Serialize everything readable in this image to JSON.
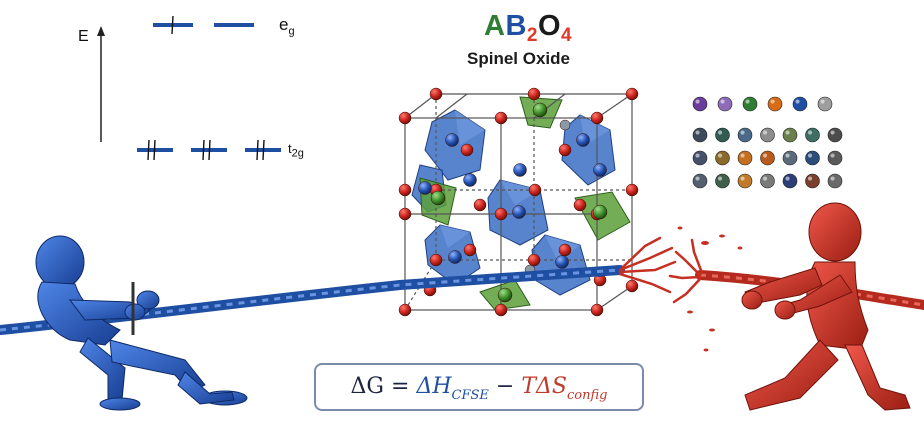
{
  "title": {
    "a": "A",
    "b": "B",
    "two": "2",
    "o": "O",
    "four": "4",
    "subtitle": "Spinel Oxide"
  },
  "energy_diagram": {
    "axis_label": "E",
    "eg_label": "e",
    "eg_sub": "g",
    "t2g_label": "t",
    "t2g_sub": "2g"
  },
  "equation": {
    "lhs": "ΔG",
    "equals": "=",
    "enthalpy": "ΔH",
    "enthalpy_sub": "CFSE",
    "minus": "−",
    "entropy": "TΔS",
    "entropy_sub": "config"
  },
  "colors": {
    "a_letter": "#2e7d32",
    "b_letter": "#1f4fa3",
    "o_subscript": "#e0382b",
    "blue_figure": "#1f4fa3",
    "red_figure": "#c62f22",
    "octahedra": "#3b6fc4",
    "tetrahedra": "#5aa03a",
    "oxygen": "#c8241c"
  },
  "palette_row1": [
    "#6a3d9a",
    "#8e6bb8",
    "#2e7d32",
    "#d96b17",
    "#1f4fa3",
    "#9e9e9e"
  ],
  "palette_grid": [
    [
      "#3d4a5c",
      "#2f5d50",
      "#4b6a8a",
      "#8d8d8d",
      "#6b7f4c",
      "#3c6e63",
      "#4c4c4c"
    ],
    [
      "#45506a",
      "#8a6a2a",
      "#c4701e",
      "#b85a1a",
      "#5c6b7a",
      "#2a4d7a",
      "#5a5a5a"
    ],
    [
      "#54606e",
      "#3f5f4a",
      "#c07a2a",
      "#7a7a7a",
      "#2c3e78",
      "#7a3f2c",
      "#6a6a6a"
    ]
  ]
}
